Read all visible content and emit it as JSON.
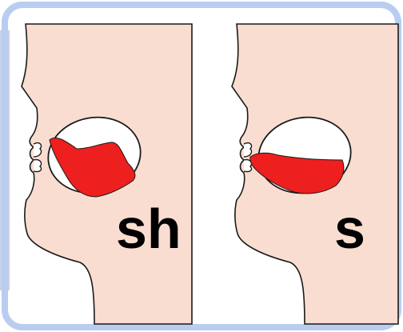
{
  "panels": [
    {
      "label": "sh",
      "sound": "sh"
    },
    {
      "label": "s",
      "sound": "s"
    }
  ],
  "colors": {
    "skin": "#f9ddd0",
    "tongue": "#ee1f1f",
    "outline": "#1a1a1a",
    "frame": "#b8cdf0",
    "side_bar": "#c8d2e4",
    "background": "#ffffff"
  }
}
